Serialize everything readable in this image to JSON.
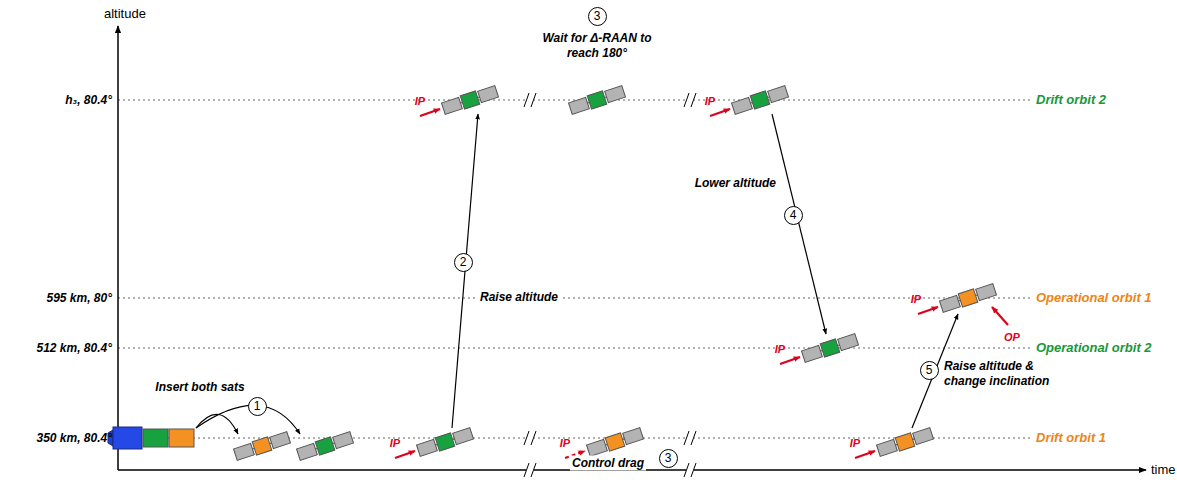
{
  "diagram": {
    "nodes": [
      {
        "text": [
          "1"
        ]
      },
      {
        "text": [
          "2"
        ]
      },
      {
        "text": [
          "3"
        ]
      },
      {
        "text": [
          "3"
        ]
      },
      {
        "text": [
          "4"
        ]
      },
      {
        "text": [
          "5"
        ]
      }
    ],
    "labels": [
      "altitude",
      "time",
      "h₃, 80.4°",
      "595 km, 80°",
      "512 km, 80.4°",
      "350 km, 80.4°",
      "Drift orbit 2",
      "Operational orbit 1",
      "Operational orbit 2",
      "Drift orbit 1",
      "Insert both sats",
      "Raise altitude",
      "Wait for Δ-RAAN to reach 180°",
      "Lower altitude",
      "Raise altitude & change inclination",
      "Control drag",
      "IP",
      "IP",
      "IP",
      "IP",
      "IP",
      "IP",
      "IP",
      "OP"
    ]
  }
}
